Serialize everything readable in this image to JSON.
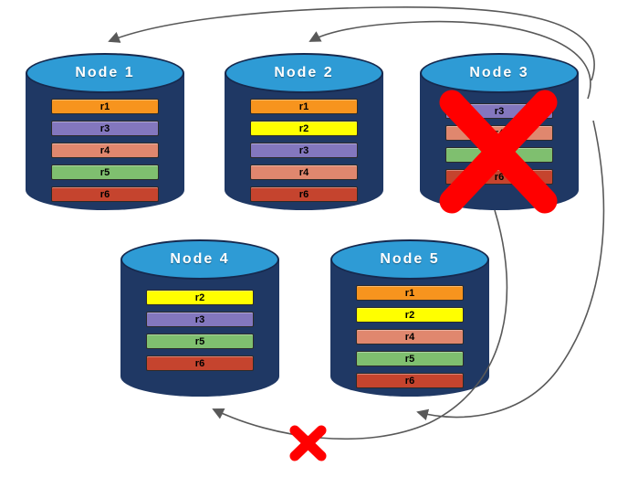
{
  "palette": {
    "cylinder_body": "#1F3864",
    "cylinder_top": "#2E9BD5",
    "arrow": "#595959",
    "failure_x": "#FF0000"
  },
  "nodes": [
    {
      "title": "Node 1",
      "replicas": [
        {
          "label": "r1",
          "color": "#F7941E"
        },
        {
          "label": "r3",
          "color": "#8377BE"
        },
        {
          "label": "r4",
          "color": "#E0876E"
        },
        {
          "label": "r5",
          "color": "#7FBF6F"
        },
        {
          "label": "r6",
          "color": "#C5442E"
        }
      ]
    },
    {
      "title": "Node 2",
      "replicas": [
        {
          "label": "r1",
          "color": "#F7941E"
        },
        {
          "label": "r2",
          "color": "#FFFF00"
        },
        {
          "label": "r3",
          "color": "#8377BE"
        },
        {
          "label": "r4",
          "color": "#E0876E"
        },
        {
          "label": "r6",
          "color": "#C5442E"
        }
      ]
    },
    {
      "title": "Node 3",
      "failed": true,
      "replicas": [
        {
          "label": "r3",
          "color": "#8377BE"
        },
        {
          "label": "r4",
          "color": "#E0876E"
        },
        {
          "label": "r5",
          "color": "#7FBF6F"
        },
        {
          "label": "r6",
          "color": "#C5442E"
        }
      ]
    },
    {
      "title": "Node 4",
      "replicas": [
        {
          "label": "r2",
          "color": "#FFFF00"
        },
        {
          "label": "r3",
          "color": "#8377BE"
        },
        {
          "label": "r5",
          "color": "#7FBF6F"
        },
        {
          "label": "r6",
          "color": "#C5442E"
        }
      ]
    },
    {
      "title": "Node 5",
      "replicas": [
        {
          "label": "r1",
          "color": "#F7941E"
        },
        {
          "label": "r2",
          "color": "#FFFF00"
        },
        {
          "label": "r4",
          "color": "#E0876E"
        },
        {
          "label": "r5",
          "color": "#7FBF6F"
        },
        {
          "label": "r6",
          "color": "#C5442E"
        }
      ]
    }
  ]
}
